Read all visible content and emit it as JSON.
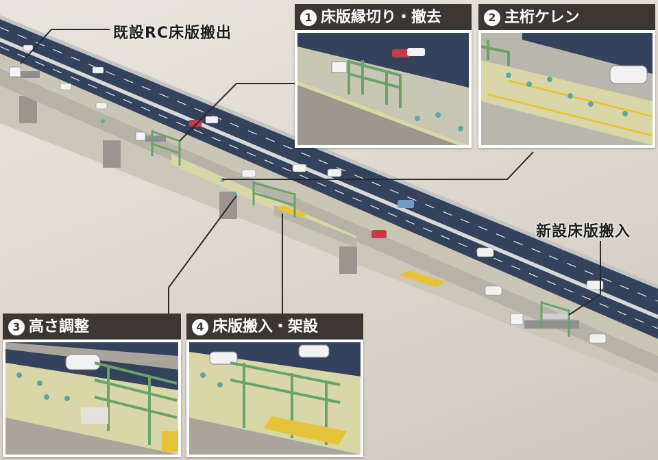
{
  "labels": {
    "remove_old": "既設RC床版搬出",
    "bring_new": "新設床版搬入"
  },
  "steps": [
    {
      "num": "1",
      "title": "床版縁切り・撤去"
    },
    {
      "num": "2",
      "title": "主桁ケレン"
    },
    {
      "num": "3",
      "title": "高さ調整"
    },
    {
      "num": "4",
      "title": "床版搬入・架設"
    }
  ],
  "colors": {
    "road": "#2f3d55",
    "lane_marking": "#e8e8e8",
    "deck_work": "#d9d7a8",
    "gantry": "#7ab07a",
    "slab_yellow": "#e6c43a",
    "worker": "#5fa6a3",
    "panel_header": "#3c3733"
  }
}
